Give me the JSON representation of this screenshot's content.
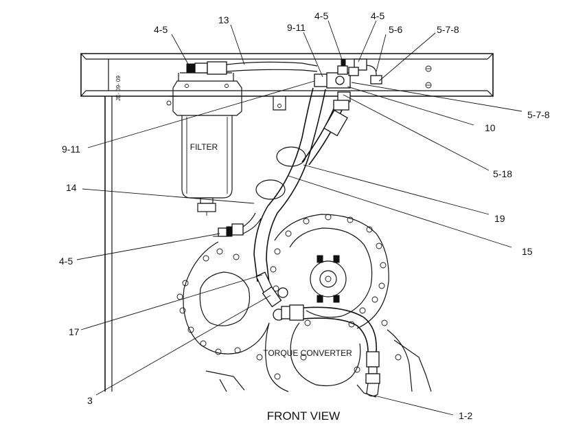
{
  "labels": {
    "filter": "FILTER",
    "torque_converter": "TORQUE CONVERTER",
    "front_view": "FRONT VIEW",
    "frame_stamp": "JE- 09- 09"
  },
  "callouts": [
    {
      "id": "4-5-top-left",
      "text": "4-5"
    },
    {
      "id": "13",
      "text": "13"
    },
    {
      "id": "9-11-top",
      "text": "9-11"
    },
    {
      "id": "4-5-top-mid",
      "text": "4-5"
    },
    {
      "id": "4-5-top-right",
      "text": "4-5"
    },
    {
      "id": "5-6",
      "text": "5-6"
    },
    {
      "id": "5-7-8-top",
      "text": "5-7-8"
    },
    {
      "id": "5-7-8-right",
      "text": "5-7-8"
    },
    {
      "id": "10",
      "text": "10"
    },
    {
      "id": "9-11-left",
      "text": "9-11"
    },
    {
      "id": "5-18",
      "text": "5-18"
    },
    {
      "id": "14",
      "text": "14"
    },
    {
      "id": "19",
      "text": "19"
    },
    {
      "id": "15",
      "text": "15"
    },
    {
      "id": "4-5-left",
      "text": "4-5"
    },
    {
      "id": "17",
      "text": "17"
    },
    {
      "id": "3",
      "text": "3"
    },
    {
      "id": "1-2",
      "text": "1-2"
    }
  ]
}
